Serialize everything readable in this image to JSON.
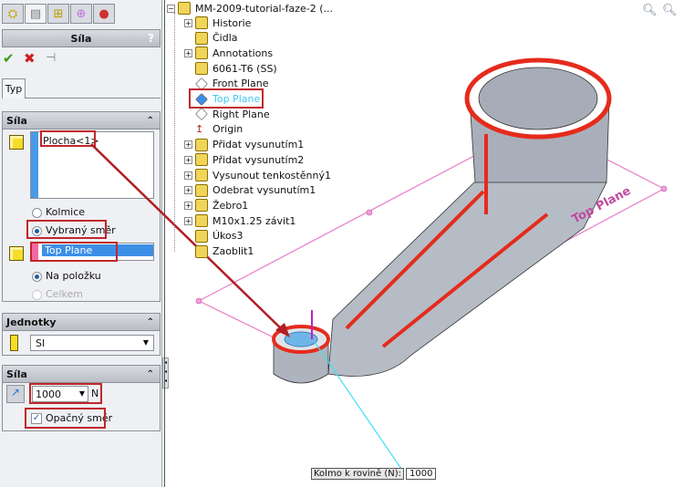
{
  "panel": {
    "tabs": [
      "feature-manager",
      "property-manager",
      "configuration-manager",
      "dimxpert-manager",
      "display-manager"
    ],
    "title": "Síla",
    "help": "?",
    "ok_icon": "check-icon",
    "cancel_icon": "x-icon",
    "pin_icon": "pushpin-icon",
    "type_tab": "Typ",
    "sila_section": {
      "title": "Síla",
      "face_list": [
        "Plocha<1>"
      ],
      "options": [
        "Kolmice",
        "Vybraný směr"
      ],
      "selected_option": "Vybraný směr",
      "direction_ref": "Top Plane",
      "apply": [
        "Na položku",
        "Celkem"
      ],
      "selected_apply": "Na položku"
    },
    "units_section": {
      "title": "Jednotky",
      "unit": "SI"
    },
    "force_section": {
      "title": "Síla",
      "value": "1000",
      "unit": "N",
      "reverse_label": "Opačný směr",
      "reverse_checked": true
    }
  },
  "tree": {
    "root": "MM-2009-tutorial-faze-2  (...",
    "items": [
      "Historie",
      "Čidla",
      "Annotations",
      "6061-T6 (SS)",
      "Front Plane",
      "Top Plane",
      "Right Plane",
      "Origin",
      "Přidat vysunutím1",
      "Přidat vysunutím2",
      "Vysunout tenkostěnný1",
      "Odebrat vysunutím1",
      "Žebro1",
      "M10x1.25 závit1",
      "Úkos3",
      "Zaoblit1"
    ],
    "selected": "Top Plane"
  },
  "viewport": {
    "plane_label": "Top Plane",
    "callout_label": "Kolmo k rovině (N):",
    "callout_value": "1000",
    "highlight_color": "#c0262b",
    "plane_color": "#e87cc8"
  }
}
